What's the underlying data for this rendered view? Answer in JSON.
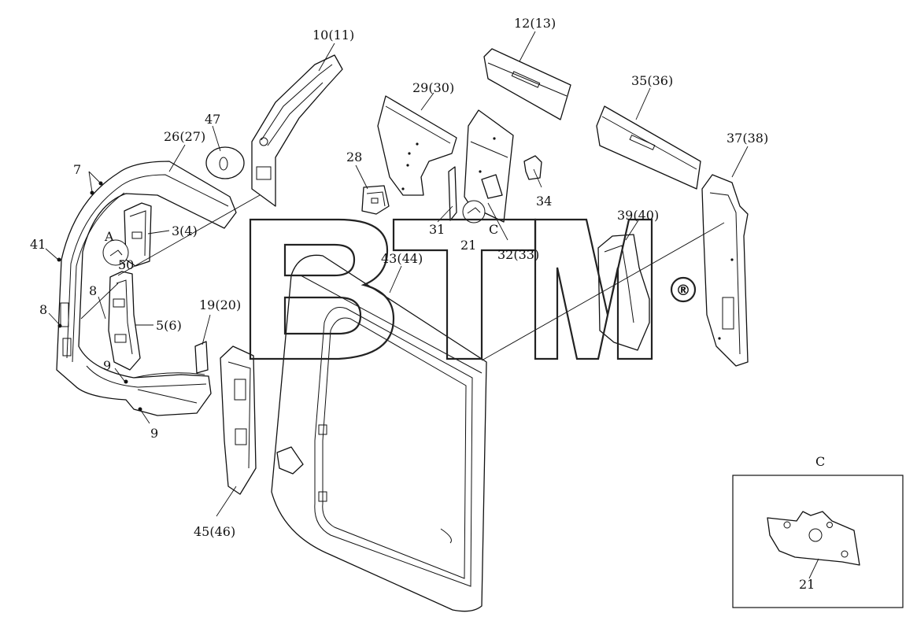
{
  "watermark": {
    "text": "BTM",
    "mark": "®"
  },
  "labels": [
    {
      "id": "l-10-11",
      "text": "10(11)"
    },
    {
      "id": "l-12-13",
      "text": "12(13)"
    },
    {
      "id": "l-29-30",
      "text": "29(30)"
    },
    {
      "id": "l-35-36",
      "text": "35(36)"
    },
    {
      "id": "l-47",
      "text": "47"
    },
    {
      "id": "l-26-27",
      "text": "26(27)"
    },
    {
      "id": "l-37-38",
      "text": "37(38)"
    },
    {
      "id": "l-7",
      "text": "7"
    },
    {
      "id": "l-28",
      "text": "28"
    },
    {
      "id": "l-34",
      "text": "34"
    },
    {
      "id": "l-39-40",
      "text": "39(40)"
    },
    {
      "id": "l-3-4",
      "text": "3(4)"
    },
    {
      "id": "l-A",
      "text": "A"
    },
    {
      "id": "l-31",
      "text": "31"
    },
    {
      "id": "l-C",
      "text": "C"
    },
    {
      "id": "l-41",
      "text": "41"
    },
    {
      "id": "l-21",
      "text": "21"
    },
    {
      "id": "l-32-33",
      "text": "32(33)"
    },
    {
      "id": "l-43-44",
      "text": "43(44)"
    },
    {
      "id": "l-50",
      "text": "50"
    },
    {
      "id": "l-8a",
      "text": "8"
    },
    {
      "id": "l-8b",
      "text": "8"
    },
    {
      "id": "l-19-20",
      "text": "19(20)"
    },
    {
      "id": "l-5-6",
      "text": "5(6)"
    },
    {
      "id": "l-9a",
      "text": "9"
    },
    {
      "id": "l-9b",
      "text": "9"
    },
    {
      "id": "l-45-46",
      "text": "45(46)"
    }
  ],
  "detail": {
    "title": "C",
    "part_label": "21"
  }
}
